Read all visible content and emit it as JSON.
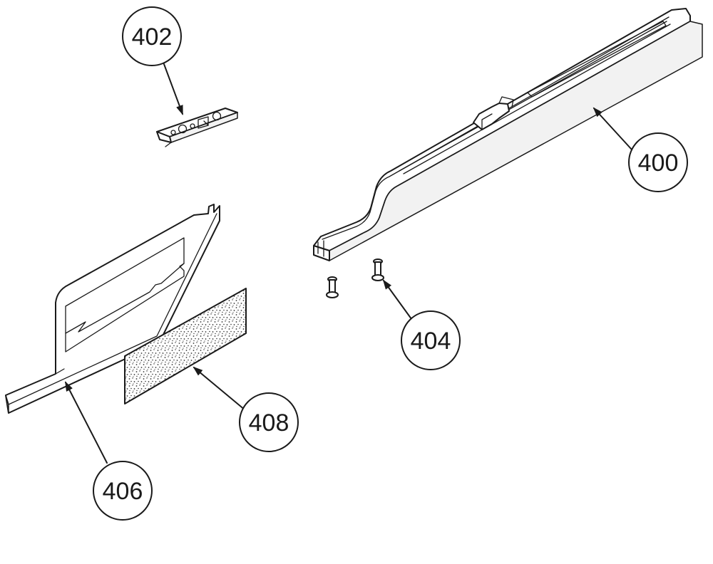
{
  "callouts": {
    "rail": "400",
    "bracket_plate": "402",
    "screws": "404",
    "panel": "406",
    "pad": "408"
  }
}
